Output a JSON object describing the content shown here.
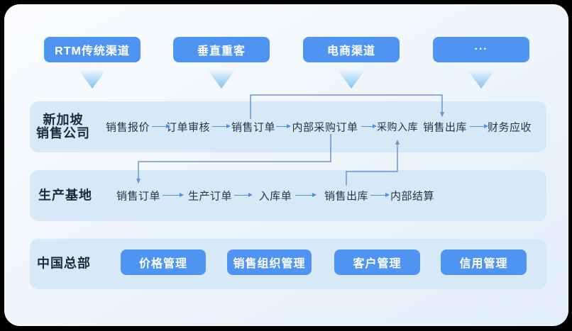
{
  "channels": [
    "RTM传统渠道",
    "垂直重客",
    "电商渠道",
    "···"
  ],
  "org_rows": [
    {
      "label_lines": [
        "新加坡",
        "销售公司"
      ],
      "flow": [
        "销售报价",
        "订单审核",
        "销售订单",
        "内部采购订单",
        "采购入库",
        "销售出库",
        "财务应收"
      ]
    },
    {
      "label_lines": [
        "生产基地"
      ],
      "flow": [
        "销售订单",
        "生产订单",
        "入库单",
        "销售出库",
        "内部结算"
      ]
    },
    {
      "label_lines": [
        "中国总部"
      ],
      "buttons": [
        "价格管理",
        "销售组织管理",
        "客户管理",
        "信用管理"
      ]
    }
  ],
  "connectors": [
    {
      "from": "新加坡销售公司.销售订单",
      "to": "新加坡销售公司.销售出库"
    },
    {
      "from": "新加坡销售公司.内部采购订单",
      "to": "生产基地.销售订单"
    },
    {
      "from": "生产基地.销售出库",
      "to": "新加坡销售公司.采购入库"
    }
  ],
  "colors": {
    "accent_blue": "#4E94F0",
    "panel_bg": "#D7E8F6",
    "connector_line": "#6B95CE",
    "flow_arrow": "#4C90E4",
    "text_dark": "#1C2A40",
    "triangle_blue": "#86C2F2"
  }
}
